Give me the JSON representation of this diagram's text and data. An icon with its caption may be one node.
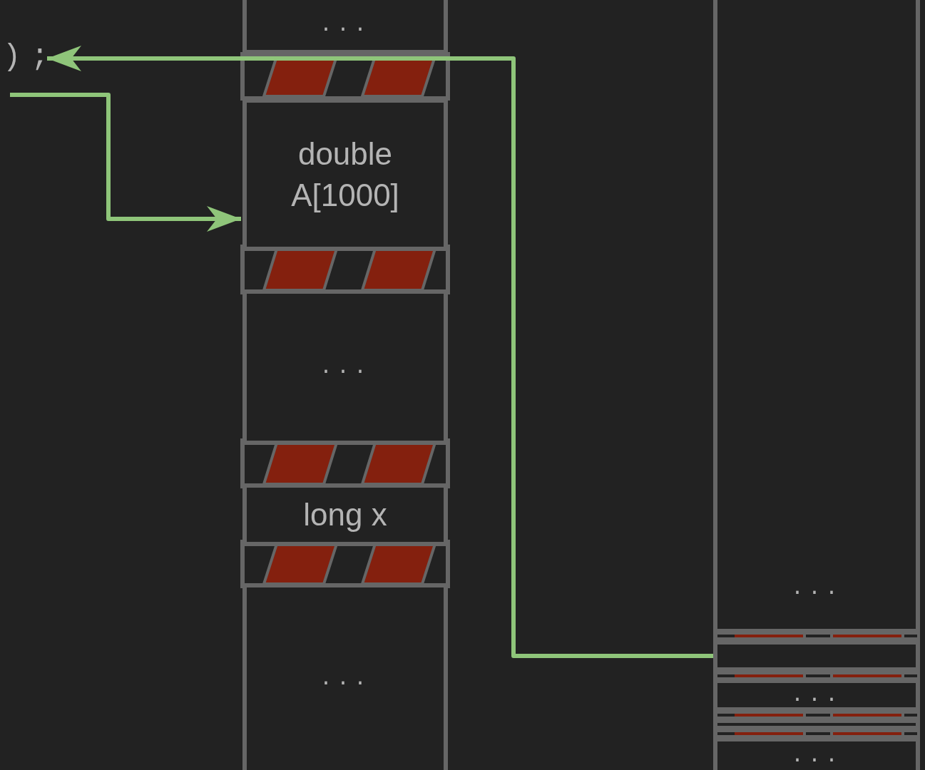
{
  "diagram": {
    "nodes": [
      {
        "text": [
          ");"
        ]
      },
      {
        "text": [
          "..."
        ]
      },
      {
        "text": [
          "double A[1000]"
        ]
      },
      {
        "text": [
          "..."
        ]
      },
      {
        "text": [
          "long x"
        ]
      },
      {
        "text": [
          "..."
        ]
      },
      {
        "text": [
          "..."
        ]
      },
      {
        "text": [],
        "shape": "box"
      },
      {
        "text": [
          "..."
        ]
      },
      {
        "text": [],
        "shape": "box"
      },
      {
        "text": [
          "..."
        ]
      }
    ],
    "edges": [
      {
        "from": 7,
        "to": 0,
        "arrow": "to"
      },
      {
        "from": 0,
        "to": 2,
        "arrow": "to"
      }
    ]
  }
}
